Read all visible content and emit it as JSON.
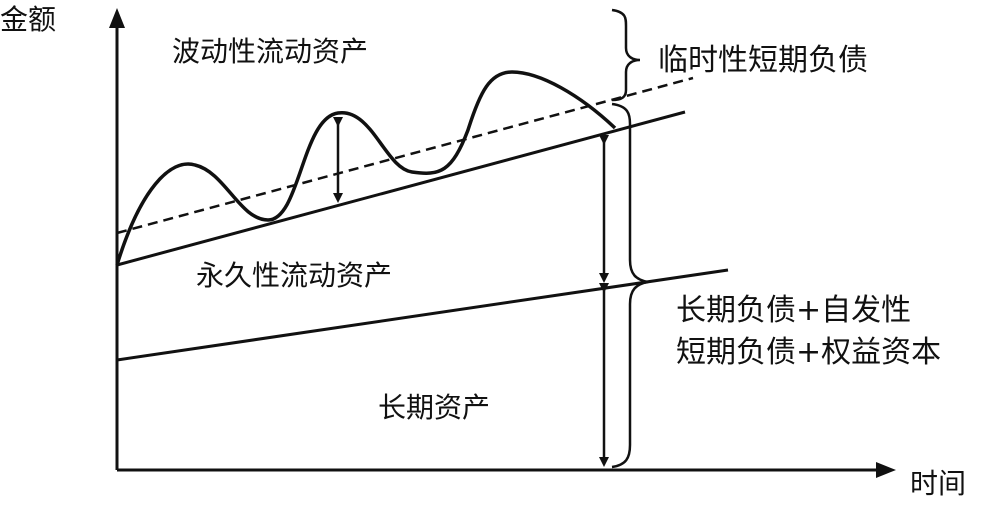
{
  "axes": {
    "y_label": "金额",
    "x_label": "时间"
  },
  "regions": {
    "fluctuating_current_assets": "波动性流动资产",
    "permanent_current_assets": "永久性流动资产",
    "long_term_assets": "长期资产"
  },
  "financing": {
    "temporary_short_term_liabilities": "临时性短期负债",
    "long_term_line1": "长期负债+自发性",
    "long_term_line2": "短期负债+权益资本"
  },
  "colors": {
    "ink": "#111111",
    "background": "#ffffff"
  }
}
